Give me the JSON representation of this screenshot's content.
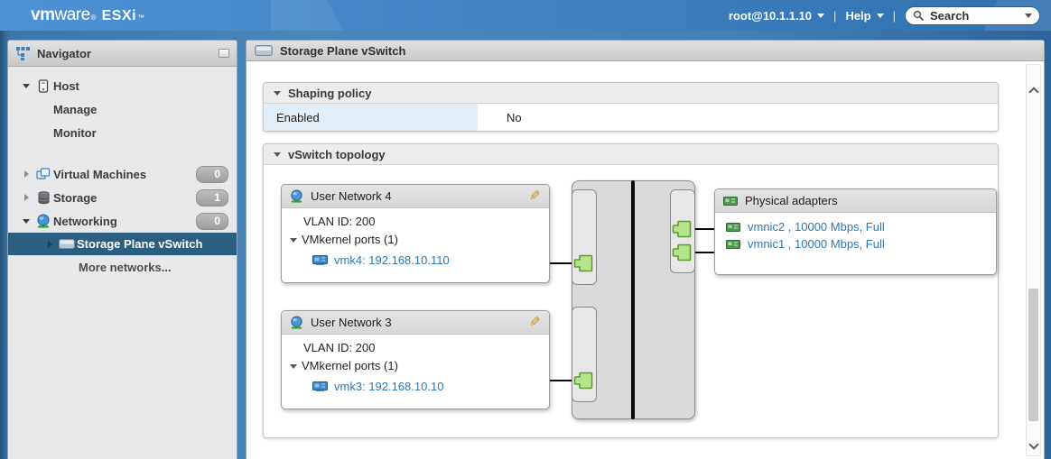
{
  "colors": {
    "topbar_blue_l": "#4c92d4",
    "topbar_blue": "#3f82c2",
    "topbar_blue_r": "#2f6fae",
    "selected_navy": "#2b5f81",
    "link_blue": "#2e77b0",
    "label_cell_blue": "#e1eef7",
    "port_green_fill": "#b4e48c",
    "port_green_border": "#609c34"
  },
  "icons": {
    "edit": "✎"
  },
  "topbar": {
    "logo_vm": "vm",
    "logo_ware": "ware",
    "logo_reg": "®",
    "logo_esxi": "ESXi",
    "logo_tm": "™",
    "user": "root@10.1.1.10",
    "separator": "|",
    "help": "Help",
    "search_placeholder": "Search"
  },
  "sidebar": {
    "title": "Navigator",
    "items": [
      {
        "label": "Host"
      },
      {
        "label": "Manage"
      },
      {
        "label": "Monitor"
      },
      {
        "label": "Virtual Machines",
        "badge": "0"
      },
      {
        "label": "Storage",
        "badge": "1"
      },
      {
        "label": "Networking",
        "badge": "0"
      },
      {
        "label": "Storage Plane vSwitch"
      },
      {
        "label": "More networks..."
      }
    ]
  },
  "main": {
    "title": "Storage Plane vSwitch",
    "shaping": {
      "title": "Shaping policy",
      "row_label": "Enabled",
      "row_value": "No"
    },
    "topology": {
      "title": "vSwitch topology",
      "groups": [
        {
          "name": "User Network 4",
          "vlan": "VLAN ID: 200",
          "ports": "VMkernel ports (1)",
          "vmk": "vmk4: 192.168.10.110"
        },
        {
          "name": "User Network 3",
          "vlan": "VLAN ID: 200",
          "ports": "VMkernel ports (1)",
          "vmk": "vmk3: 192.168.10.10"
        }
      ],
      "physical": {
        "title": "Physical adapters",
        "nics": [
          {
            "label": "vmnic2 , 10000 Mbps, Full"
          },
          {
            "label": "vmnic1 , 10000 Mbps, Full"
          }
        ]
      }
    }
  }
}
